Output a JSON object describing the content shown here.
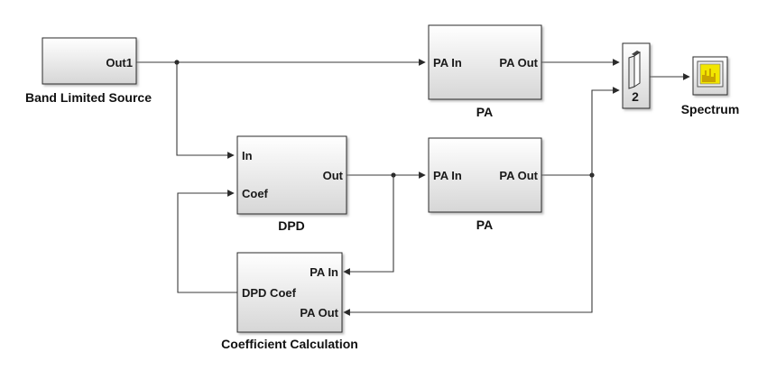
{
  "blocks": {
    "source": {
      "label": "Band Limited Source",
      "port_out": "Out1"
    },
    "pa_top": {
      "label": "PA",
      "port_in": "PA In",
      "port_out": "PA Out"
    },
    "dpd": {
      "label": "DPD",
      "port_in": "In",
      "port_coef": "Coef",
      "port_out": "Out"
    },
    "pa_bottom": {
      "label": "PA",
      "port_in": "PA In",
      "port_out": "PA Out"
    },
    "coef_calc": {
      "label": "Coefficient Calculation",
      "port_pa_in": "PA In",
      "port_dpd_coef": "DPD Coef",
      "port_pa_out": "PA Out"
    },
    "mux": {
      "input_count_label": "2"
    },
    "spectrum": {
      "label": "Spectrum"
    }
  },
  "colors": {
    "block_fill_top": "#ffffff",
    "block_fill_bottom": "#d9d9d9",
    "wire": "#3a3a3a",
    "scope_screen": "#f2e600"
  }
}
